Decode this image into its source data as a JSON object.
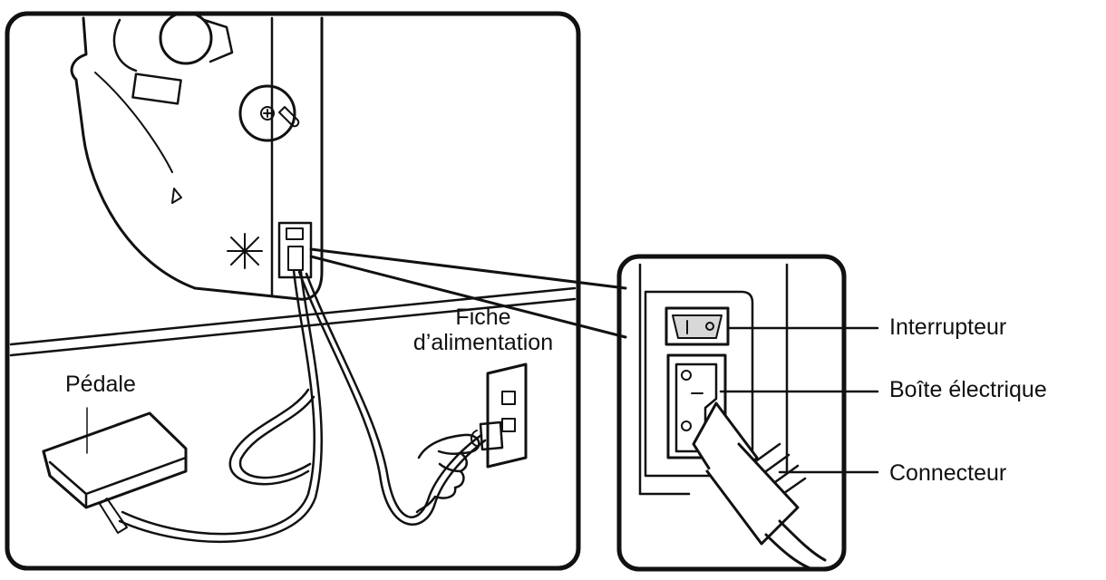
{
  "labels": {
    "fiche_line1": "Fiche",
    "fiche_line2": "d’alimentation",
    "pedale": "Pédale",
    "interrupteur": "Interrupteur",
    "boite": "Boîte électrique",
    "connecteur": "Connecteur"
  },
  "icons": {
    "sewing_machine": "sewing-machine-icon",
    "foot_pedal": "foot-pedal-icon",
    "wall_outlet": "wall-outlet-icon",
    "power_plug": "power-plug-icon",
    "hand": "hand-icon",
    "power_switch": "power-switch-icon",
    "power_socket": "power-socket-icon",
    "connector": "connector-icon"
  },
  "colors": {
    "line": "#111111",
    "background": "#ffffff",
    "shade": "#d8d8d8"
  }
}
